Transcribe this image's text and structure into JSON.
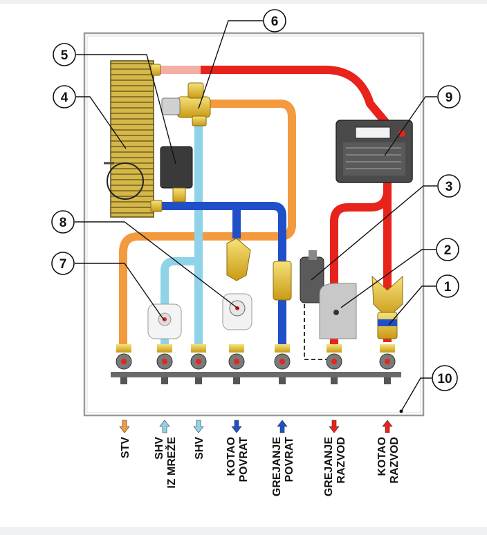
{
  "colors": {
    "hot_supply": "#e8231c",
    "hot_return": "#1f4fc9",
    "dhw": "#f29a3d",
    "cold_water": "#8fd3e8",
    "panel_border": "#9a9a9a",
    "brass": "#e8c42a",
    "valve_body": "#6a6a6a",
    "exchanger": "#c9a93a"
  },
  "callouts": {
    "c1": "1",
    "c2": "2",
    "c3": "3",
    "c4": "4",
    "c5": "5",
    "c6": "6",
    "c7": "7",
    "c8": "8",
    "c9": "9",
    "c10": "10"
  },
  "legend": [
    {
      "lines": [
        "STV"
      ],
      "arrow_color": "#f29a3d",
      "arrow_dir": "down",
      "icon": "arrow-down-icon"
    },
    {
      "lines": [
        "SHV",
        "IZ MREŽE"
      ],
      "arrow_color": "#8fd3e8",
      "arrow_dir": "up",
      "icon": "arrow-up-icon"
    },
    {
      "lines": [
        "SHV"
      ],
      "arrow_color": "#8fd3e8",
      "arrow_dir": "down",
      "icon": "arrow-down-icon"
    },
    {
      "lines": [
        "KOTAO",
        "POVRAT"
      ],
      "arrow_color": "#1f4fc9",
      "arrow_dir": "down",
      "icon": "arrow-down-icon"
    },
    {
      "lines": [
        "GREJANJE",
        "POVRAT"
      ],
      "arrow_color": "#1f4fc9",
      "arrow_dir": "up",
      "icon": "arrow-up-icon"
    },
    {
      "lines": [
        "GREJANJE",
        "RAZVOD"
      ],
      "arrow_color": "#e8231c",
      "arrow_dir": "down",
      "icon": "arrow-down-icon"
    },
    {
      "lines": [
        "KOTAO",
        "RAZVOD"
      ],
      "arrow_color": "#e8231c",
      "arrow_dir": "up",
      "icon": "arrow-up-icon"
    }
  ]
}
